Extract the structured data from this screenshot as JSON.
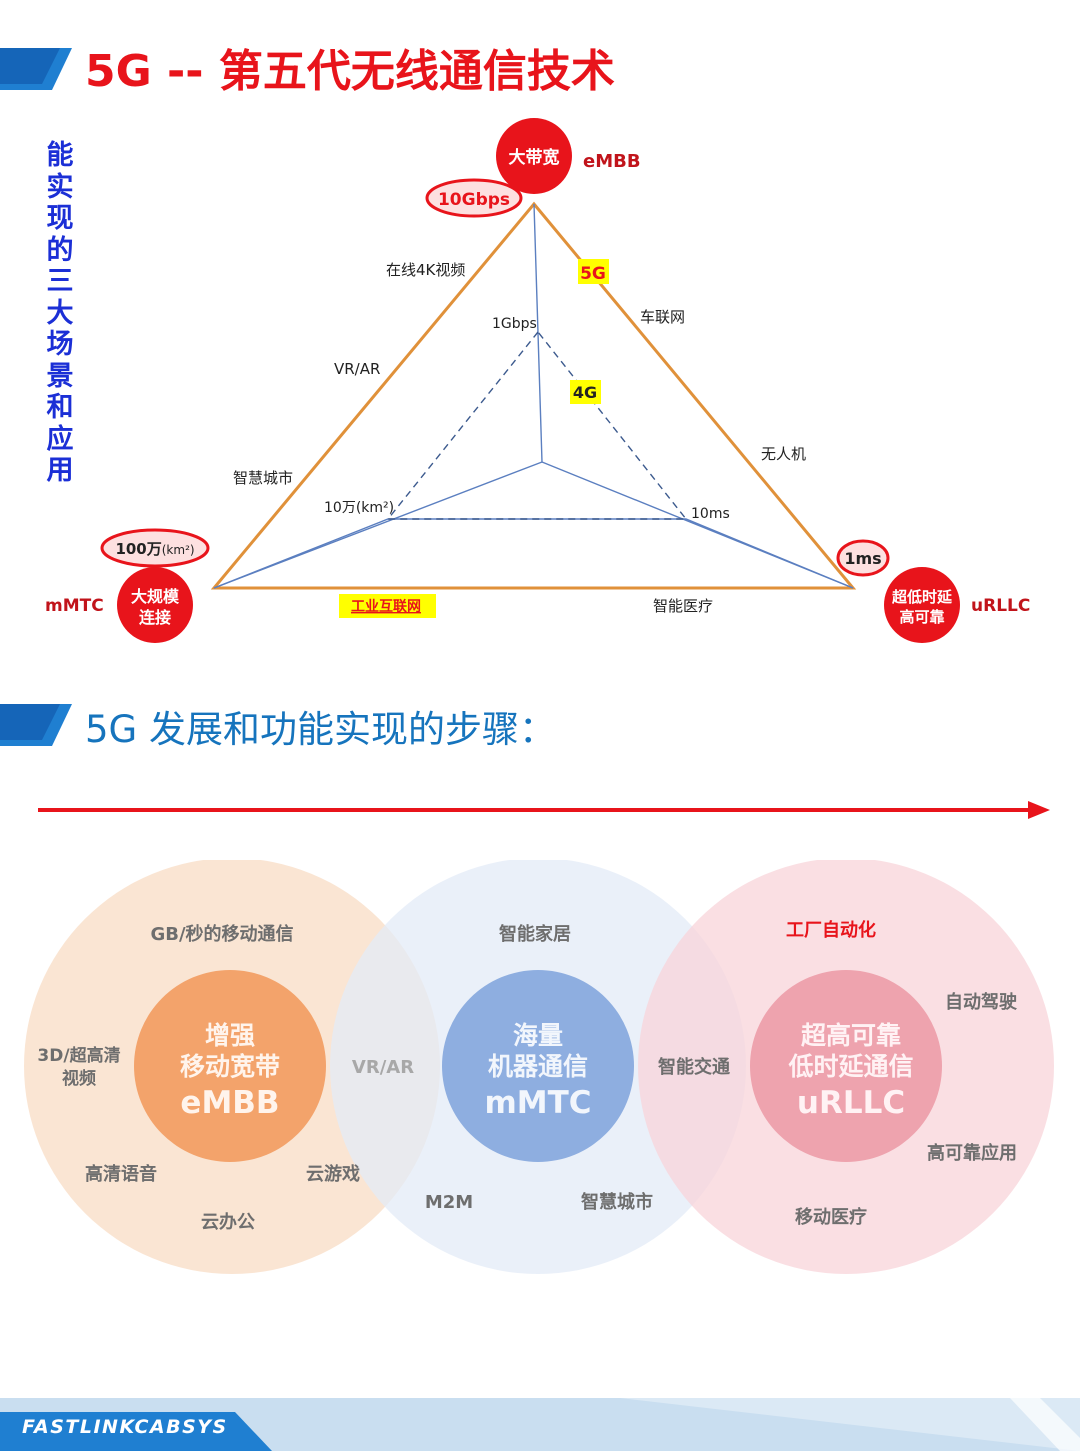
{
  "header": {
    "title": "5G -- 第五代无线通信技术",
    "subtitle": "5G 发展和功能实现的步骤："
  },
  "side_caption": "能实现的三大场景和应用",
  "triangle": {
    "vertices": {
      "top": {
        "badge": "大带宽",
        "code": "eMBB",
        "metric": "10Gbps"
      },
      "left": {
        "badge_line1": "大规模",
        "badge_line2": "连接",
        "code": "mMTC",
        "metric_main": "100万",
        "metric_unit": "(km²)"
      },
      "right": {
        "badge_line1": "超低时延",
        "badge_line2": "高可靠",
        "code": "uRLLC",
        "metric": "1ms"
      }
    },
    "tag_5g": "5G",
    "tag_4g": "4G",
    "inner_labels": {
      "top": "1Gbps",
      "left": "10万(km²)",
      "right": "10ms"
    },
    "apps": {
      "online_4k": "在线4K视频",
      "vr_ar": "VR/AR",
      "smart_city": "智慧城市",
      "car_network": "车联网",
      "drone": "无人机",
      "industrial_internet": "工业互联网",
      "smart_medical": "智能医疗"
    }
  },
  "venn": {
    "left": {
      "line1": "增强",
      "line2": "移动宽带",
      "line3": "eMBB",
      "apps": [
        "GB/秒的移动通信",
        "3D/超高清",
        "视频",
        "高清语音",
        "云办公",
        "云游戏"
      ]
    },
    "middle": {
      "line1": "海量",
      "line2": "机器通信",
      "line3": "mMTC",
      "apps": [
        "智能家居",
        "M2M",
        "智慧城市"
      ]
    },
    "right": {
      "line1": "超高可靠",
      "line2": "低时延通信",
      "line3": "uRLLC",
      "apps": [
        "工厂自动化",
        "自动驾驶",
        "高可靠应用",
        "移动医疗"
      ]
    },
    "overlap_lm": "VR/AR",
    "overlap_mr": "智能交通"
  },
  "footer": {
    "brand": "FASTLINKCABSYS"
  },
  "colors": {
    "red": "#e8141b",
    "blue_title": "#1674bd",
    "side_blue": "#1b2fd6",
    "triangle_orange": "#e0913a",
    "inner_blue": "#5b7fc0",
    "venn_left": "#f8dcc4",
    "venn_middle": "#e3ebf7",
    "venn_right": "#f8d4da",
    "core_left": "#f3a36b",
    "core_middle": "#8eaee0",
    "core_right": "#eea3ae",
    "highlight_yellow": "#ffff00"
  }
}
